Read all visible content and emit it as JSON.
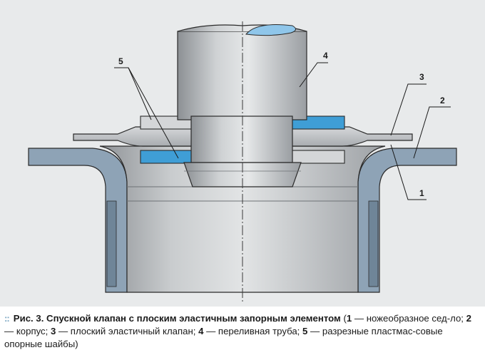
{
  "figure": {
    "labels": [
      "1",
      "2",
      "3",
      "4",
      "5"
    ],
    "colors": {
      "background": "#e8eaeb",
      "metal_light": "#d8dadc",
      "metal_mid": "#b9bcbf",
      "metal_dark": "#8e9296",
      "body_blue": "#8ea3b6",
      "washer_blue": "#3f9ed6",
      "outline": "#2a2a2a"
    }
  },
  "caption": {
    "bullet": "::",
    "fig_no": "Рис. 3.",
    "title": "Спускной клапан с плоским эластичным запорным элементом",
    "p0": " (",
    "n1": "1",
    "t1": " — ножеобразное сед-ло; ",
    "n2": "2",
    "t2": " — корпус; ",
    "n3": "3",
    "t3": " — плоский эластичный клапан; ",
    "n4": "4",
    "t4": " — переливная труба; ",
    "n5": "5",
    "t5": " — разрезные пластмас-совые опорные шайбы)"
  }
}
